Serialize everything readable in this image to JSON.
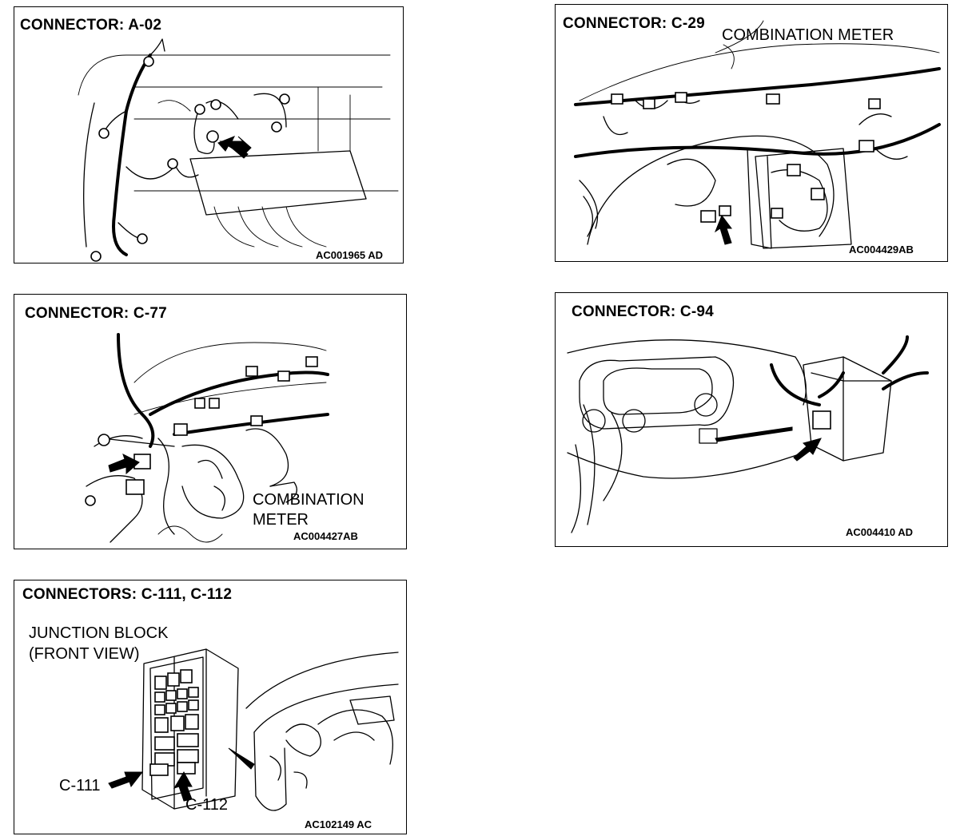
{
  "panels": {
    "a02": {
      "title": "CONNECTOR: A-02",
      "code": "AC001965 AD"
    },
    "c29": {
      "title": "CONNECTOR: C-29",
      "label": "COMBINATION METER",
      "code": "AC004429AB"
    },
    "c77": {
      "title": "CONNECTOR: C-77",
      "label_line1": "COMBINATION",
      "label_line2": "METER",
      "code": "AC004427AB"
    },
    "c94": {
      "title": "CONNECTOR: C-94",
      "code": "AC004410 AD"
    },
    "c111": {
      "title": "CONNECTORS: C-111, C-112",
      "label_line1": "JUNCTION BLOCK",
      "label_line2": "(FRONT VIEW)",
      "callout_c111": "C-111",
      "callout_c112": "C-112",
      "code": "AC102149 AC"
    }
  }
}
